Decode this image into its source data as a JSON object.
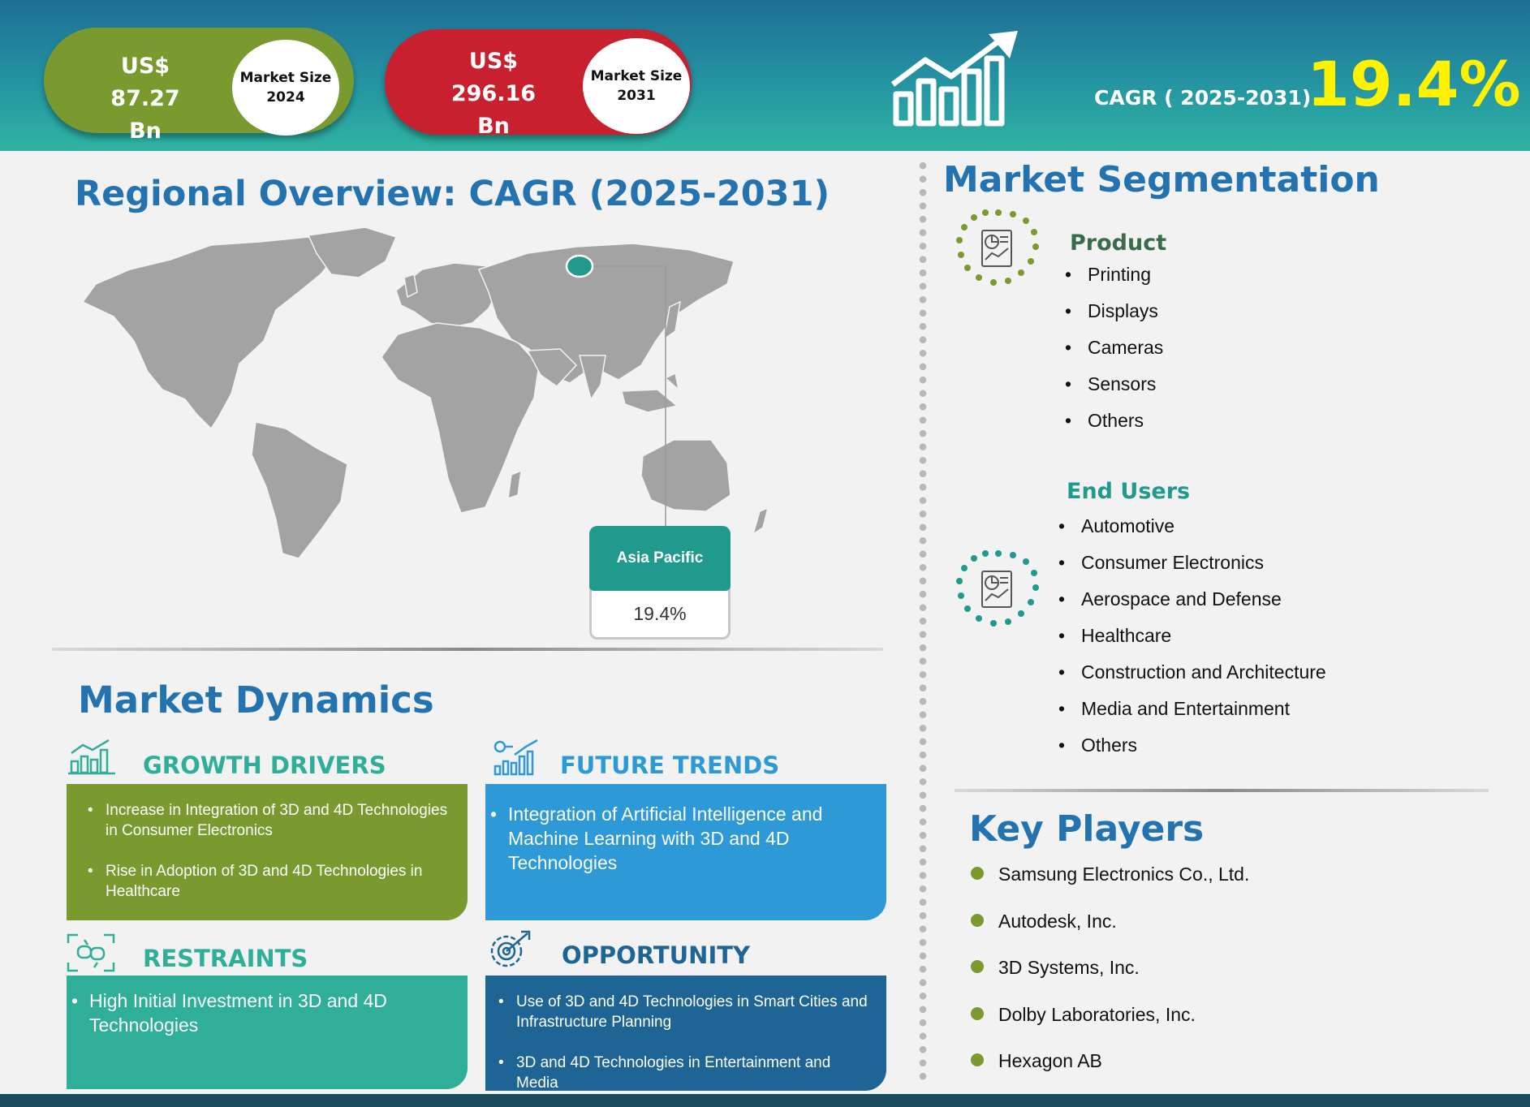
{
  "header": {
    "market_size_2024": {
      "value_line1": "US$ 87.27",
      "value_line2": "Bn",
      "label_line1": "Market Size",
      "label_line2": "2024"
    },
    "market_size_2031": {
      "value_line1": "US$ 296.16",
      "value_line2": "Bn",
      "label_line1": "Market Size",
      "label_line2": "2031"
    },
    "cagr_label": "CAGR ( 2025-2031)",
    "cagr_value": "19.4%",
    "icon": "growth-chart-icon"
  },
  "regional": {
    "title": "Regional Overview: CAGR (2025-2031)",
    "highlight_region": "Asia Pacific",
    "highlight_value": "19.4%"
  },
  "dynamics": {
    "title": "Market Dynamics",
    "growth_drivers": {
      "title": "GROWTH DRIVERS",
      "items": [
        "Increase in Integration of 3D and 4D Technologies in Consumer Electronics",
        "Rise in Adoption of 3D and 4D Technologies in Healthcare"
      ]
    },
    "future_trends": {
      "title": "FUTURE TRENDS",
      "items": [
        "Integration of Artificial Intelligence and Machine Learning with 3D and 4D Technologies"
      ]
    },
    "restraints": {
      "title": "RESTRAINTS",
      "items": [
        "High Initial Investment in 3D and 4D Technologies"
      ]
    },
    "opportunity": {
      "title": "OPPORTUNITY",
      "items": [
        "Use of 3D and 4D Technologies in Smart Cities and Infrastructure Planning",
        "3D and 4D Technologies in Entertainment and Media"
      ]
    }
  },
  "segmentation": {
    "title": "Market Segmentation",
    "product": {
      "title": "Product",
      "items": [
        "Printing",
        "Displays",
        "Cameras",
        "Sensors",
        "Others"
      ]
    },
    "end_users": {
      "title": "End Users",
      "items": [
        "Automotive",
        "Consumer Electronics",
        "Aerospace and Defense",
        "Healthcare",
        "Construction and Architecture",
        "Media and Entertainment",
        "Others"
      ]
    }
  },
  "key_players": {
    "title": "Key Players",
    "items": [
      "Samsung Electronics Co., Ltd.",
      "Autodesk, Inc.",
      "3D Systems, Inc.",
      "Dolby Laboratories, Inc.",
      "Hexagon AB"
    ]
  },
  "colors": {
    "green": "#7a9a30",
    "red": "#c8202f",
    "blue_title": "#2373b0",
    "teal": "#1f9a8c",
    "yellow": "#fff200",
    "light_blue": "#2d9ad7",
    "navy": "#1e6596"
  }
}
